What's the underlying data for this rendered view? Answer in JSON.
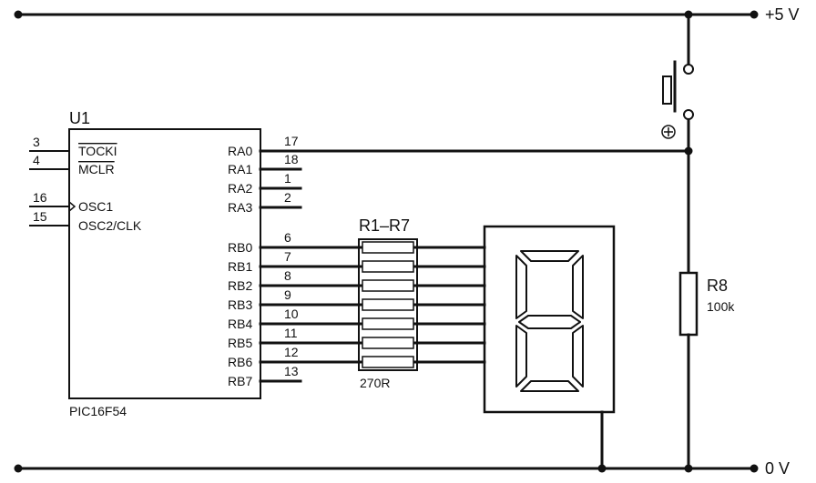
{
  "rails": {
    "top_label": "+5 V",
    "bottom_label": "0 V"
  },
  "chip": {
    "ref": "U1",
    "part": "PIC16F54",
    "left_pins": [
      {
        "num": "3",
        "name": "TOCKI",
        "overline": true
      },
      {
        "num": "4",
        "name": "MCLR",
        "overline": true
      },
      {
        "num": "16",
        "name": "OSC1",
        "overline": false
      },
      {
        "num": "15",
        "name": "OSC2/CLK",
        "overline": false
      }
    ],
    "right_pins": [
      {
        "num": "17",
        "name": "RA0"
      },
      {
        "num": "18",
        "name": "RA1"
      },
      {
        "num": "1",
        "name": "RA2"
      },
      {
        "num": "2",
        "name": "RA3"
      },
      {
        "num": "6",
        "name": "RB0"
      },
      {
        "num": "7",
        "name": "RB1"
      },
      {
        "num": "8",
        "name": "RB2"
      },
      {
        "num": "9",
        "name": "RB3"
      },
      {
        "num": "10",
        "name": "RB4"
      },
      {
        "num": "11",
        "name": "RB5"
      },
      {
        "num": "12",
        "name": "RB6"
      },
      {
        "num": "13",
        "name": "RB7"
      }
    ]
  },
  "resistor_array": {
    "ref": "R1–R7",
    "value": "270R"
  },
  "pull_resistor": {
    "ref": "R8",
    "value": "100k"
  },
  "display": {
    "type": "seven-segment"
  }
}
